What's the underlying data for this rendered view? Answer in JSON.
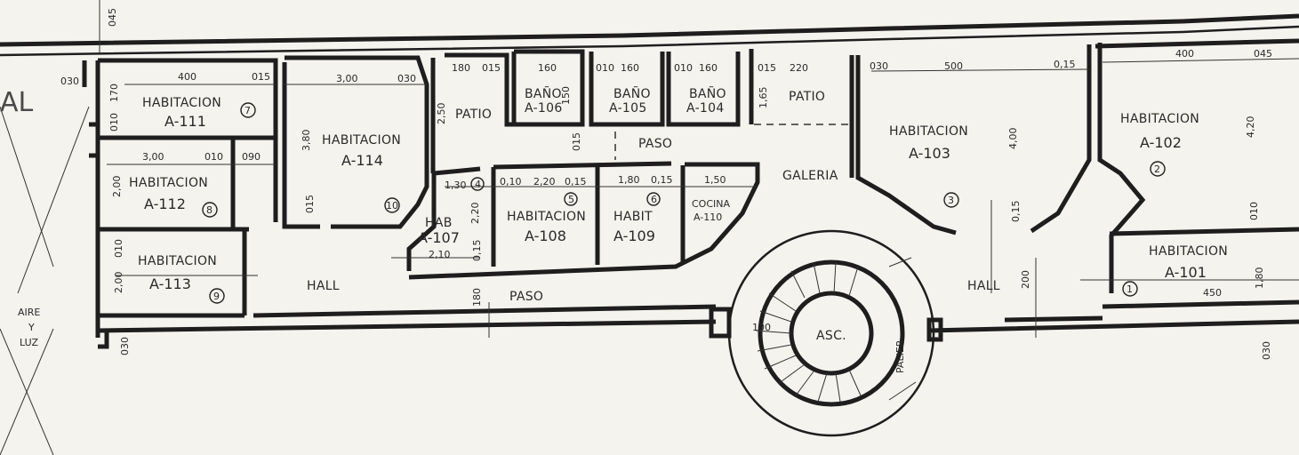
{
  "plan": {
    "partial_title": "AL",
    "rooms": [
      {
        "key": "a111",
        "label": "HABITACION",
        "id": "A-111",
        "num": "7"
      },
      {
        "key": "a112",
        "label": "HABITACION",
        "id": "A-112",
        "num": "8"
      },
      {
        "key": "a113",
        "label": "HABITACION",
        "id": "A-113",
        "num": "9"
      },
      {
        "key": "a114",
        "label": "HABITACION",
        "id": "A-114",
        "num": "10"
      },
      {
        "key": "a107",
        "label": "HAB",
        "id": "A-107",
        "num": "4"
      },
      {
        "key": "a108",
        "label": "HABITACION",
        "id": "A-108",
        "num": "5"
      },
      {
        "key": "a109",
        "label": "HABIT",
        "id": "A-109",
        "num": "6"
      },
      {
        "key": "a110",
        "label": "COCINA",
        "id": "A-110",
        "num": ""
      },
      {
        "key": "a106",
        "label": "BAÑO",
        "id": "A-106",
        "num": ""
      },
      {
        "key": "a105",
        "label": "BAÑO",
        "id": "A-105",
        "num": ""
      },
      {
        "key": "a104",
        "label": "BAÑO",
        "id": "A-104",
        "num": ""
      },
      {
        "key": "a103",
        "label": "HABITACION",
        "id": "A-103",
        "num": "3"
      },
      {
        "key": "a102",
        "label": "HABITACION",
        "id": "A-102",
        "num": "2"
      },
      {
        "key": "a101",
        "label": "HABITACION",
        "id": "A-101",
        "num": "1"
      }
    ],
    "spaces": {
      "patio": "PATIO",
      "paso": "PASO",
      "galeria": "GALERIA",
      "hall": "HALL",
      "asc": "ASC.",
      "palier": "PALIER",
      "aire_1": "AIRE",
      "aire_2": "Y",
      "aire_3": "LUZ"
    },
    "dimensions": {
      "d045_top": "045",
      "d030_left": "030",
      "d170": "170",
      "d400_a111": "400",
      "d015_a111": "015",
      "d010_a111": "010",
      "d300_a114": "3,00",
      "d030_a114": "030",
      "d380": "3,80",
      "d015_a114": "015",
      "d300_a112": "3,00",
      "d010_a112": "010",
      "d090": "090",
      "d200_a112": "2,00",
      "d010_a113": "010",
      "d200_a113": "2,00",
      "d030_bottom": "030",
      "d180_patio": "180",
      "d015_patio": "015",
      "d250": "2,50",
      "d160_a106": "160",
      "d150_a106": "150",
      "d010_a105": "010",
      "d160_a105": "160",
      "d010_a104": "010",
      "d160_a104": "160",
      "d015_patio2": "015",
      "d220_patio2": "220",
      "d165": "1,65",
      "d015_paso": "015",
      "d130": "1,30",
      "d010_a108": "0,10",
      "d220_a108": "2,20",
      "d015_a108": "0,15",
      "d180_a109": "1,80",
      "d015_a109": "0,15",
      "d150_a110": "1,50",
      "d220_a107": "2,20",
      "d210": "2,10",
      "d015_a107": "0,15",
      "d180_paso": "180",
      "d100": "100",
      "d030_a103": "030",
      "d500": "500",
      "d015_a103": "0,15",
      "d400_a103": "4,00",
      "d015_a103b": "0,15",
      "d400_a102": "400",
      "d045_right": "045",
      "d420": "4,20",
      "d010_a102": "010",
      "d200_hall": "200",
      "d180_a101": "1,80",
      "d450": "450",
      "d030_right": "030"
    }
  }
}
